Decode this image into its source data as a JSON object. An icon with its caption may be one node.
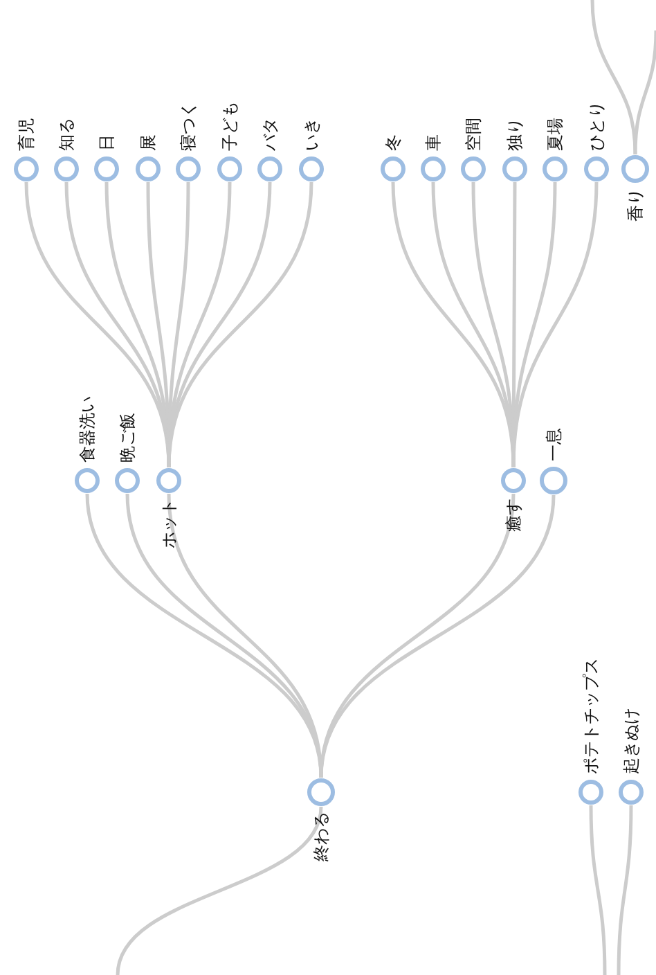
{
  "diagram": {
    "nodes": [
      {
        "text": [
          "育児"
        ]
      },
      {
        "text": [
          "知る"
        ]
      },
      {
        "text": [
          "日"
        ]
      },
      {
        "text": [
          "展"
        ]
      },
      {
        "text": [
          "寝つく"
        ]
      },
      {
        "text": [
          "子ども"
        ]
      },
      {
        "text": [
          "バタ"
        ]
      },
      {
        "text": [
          "いき"
        ]
      },
      {
        "text": [
          "冬"
        ]
      },
      {
        "text": [
          "車"
        ]
      },
      {
        "text": [
          "空間"
        ]
      },
      {
        "text": [
          "独り"
        ]
      },
      {
        "text": [
          "夏場"
        ]
      },
      {
        "text": [
          "ひとり"
        ]
      },
      {
        "text": [
          "香り"
        ]
      },
      {
        "text": [
          "食器洗い"
        ]
      },
      {
        "text": [
          "晩ご飯"
        ]
      },
      {
        "text": [
          "ホット"
        ]
      },
      {
        "text": [
          "癒す"
        ]
      },
      {
        "text": [
          "一息"
        ]
      },
      {
        "text": [
          "終わる"
        ]
      },
      {
        "text": [
          "ポテトチップス"
        ]
      },
      {
        "text": [
          "起きぬけ"
        ]
      }
    ],
    "edges": [
      {
        "from": 17,
        "to": 0,
        "arrow": "none"
      },
      {
        "from": 17,
        "to": 1,
        "arrow": "none"
      },
      {
        "from": 17,
        "to": 2,
        "arrow": "none"
      },
      {
        "from": 17,
        "to": 3,
        "arrow": "none"
      },
      {
        "from": 17,
        "to": 4,
        "arrow": "none"
      },
      {
        "from": 17,
        "to": 5,
        "arrow": "none"
      },
      {
        "from": 17,
        "to": 6,
        "arrow": "none"
      },
      {
        "from": 17,
        "to": 7,
        "arrow": "none"
      },
      {
        "from": 18,
        "to": 8,
        "arrow": "none"
      },
      {
        "from": 18,
        "to": 9,
        "arrow": "none"
      },
      {
        "from": 18,
        "to": 10,
        "arrow": "none"
      },
      {
        "from": 18,
        "to": 11,
        "arrow": "none"
      },
      {
        "from": 18,
        "to": 12,
        "arrow": "none"
      },
      {
        "from": 18,
        "to": 13,
        "arrow": "none"
      },
      {
        "from": null,
        "to": 14,
        "arrow": "none"
      },
      {
        "from": null,
        "to": 14,
        "arrow": "none"
      },
      {
        "from": 20,
        "to": 15,
        "arrow": "none"
      },
      {
        "from": 20,
        "to": 16,
        "arrow": "none"
      },
      {
        "from": 20,
        "to": 17,
        "arrow": "none"
      },
      {
        "from": 20,
        "to": 18,
        "arrow": "none"
      },
      {
        "from": 20,
        "to": 19,
        "arrow": "none"
      },
      {
        "from": null,
        "to": 20,
        "arrow": "none"
      },
      {
        "from": null,
        "to": 21,
        "arrow": "none"
      },
      {
        "from": null,
        "to": 22,
        "arrow": "none"
      }
    ]
  }
}
